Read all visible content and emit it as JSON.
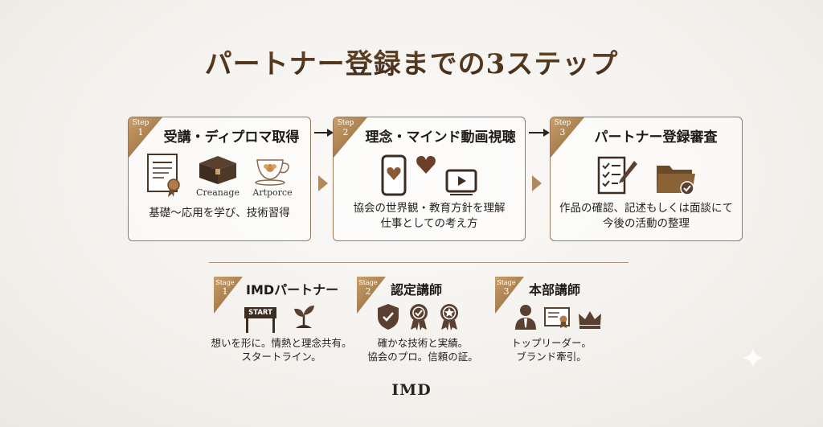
{
  "title": "パートナー登録までの3ステップ",
  "steps": [
    {
      "ribbon_label": "Step",
      "ribbon_num": "1",
      "title": "受講・ディプロマ取得",
      "desc_lines": [
        "基礎〜応用を学び、技術習得"
      ],
      "icons": [
        {
          "name": "certificate-icon",
          "caption": ""
        },
        {
          "name": "treasure-box-icon",
          "caption": "Creanage"
        },
        {
          "name": "teacup-icon",
          "caption": "Artporce"
        }
      ]
    },
    {
      "ribbon_label": "Step",
      "ribbon_num": "2",
      "title": "理念・マインド動画視聴",
      "desc_lines": [
        "協会の世界観・教育方針を理解",
        "仕事としての考え方"
      ],
      "icons": [
        {
          "name": "smartphone-heart-icon"
        },
        {
          "name": "heart-icon"
        },
        {
          "name": "video-play-icon"
        }
      ]
    },
    {
      "ribbon_label": "Step",
      "ribbon_num": "3",
      "title": "パートナー登録審査",
      "desc_lines": [
        "作品の確認、記述もしくは面談にて",
        "今後の活動の整理"
      ],
      "icons": [
        {
          "name": "checklist-pen-icon"
        },
        {
          "name": "folder-check-icon"
        }
      ]
    }
  ],
  "stages": [
    {
      "ribbon_label": "Stage",
      "ribbon_num": "1",
      "title": "IMDパートナー",
      "start_label": "START",
      "desc_lines": [
        "想いを形に。情熱と理念共有。",
        "スタートライン。"
      ]
    },
    {
      "ribbon_label": "Stage",
      "ribbon_num": "2",
      "title": "認定講師",
      "desc_lines": [
        "確かな技術と実績。",
        "協会のプロ。信頼の証。"
      ]
    },
    {
      "ribbon_label": "Stage",
      "ribbon_num": "3",
      "title": "本部講師",
      "desc_lines": [
        "トップリーダー。",
        "ブランド牽引。"
      ]
    }
  ],
  "logo": "IMD",
  "colors": {
    "accent_gold": "#b08a5c",
    "dark_brown": "#5a3d22",
    "icon_dark": "#4a3826"
  }
}
